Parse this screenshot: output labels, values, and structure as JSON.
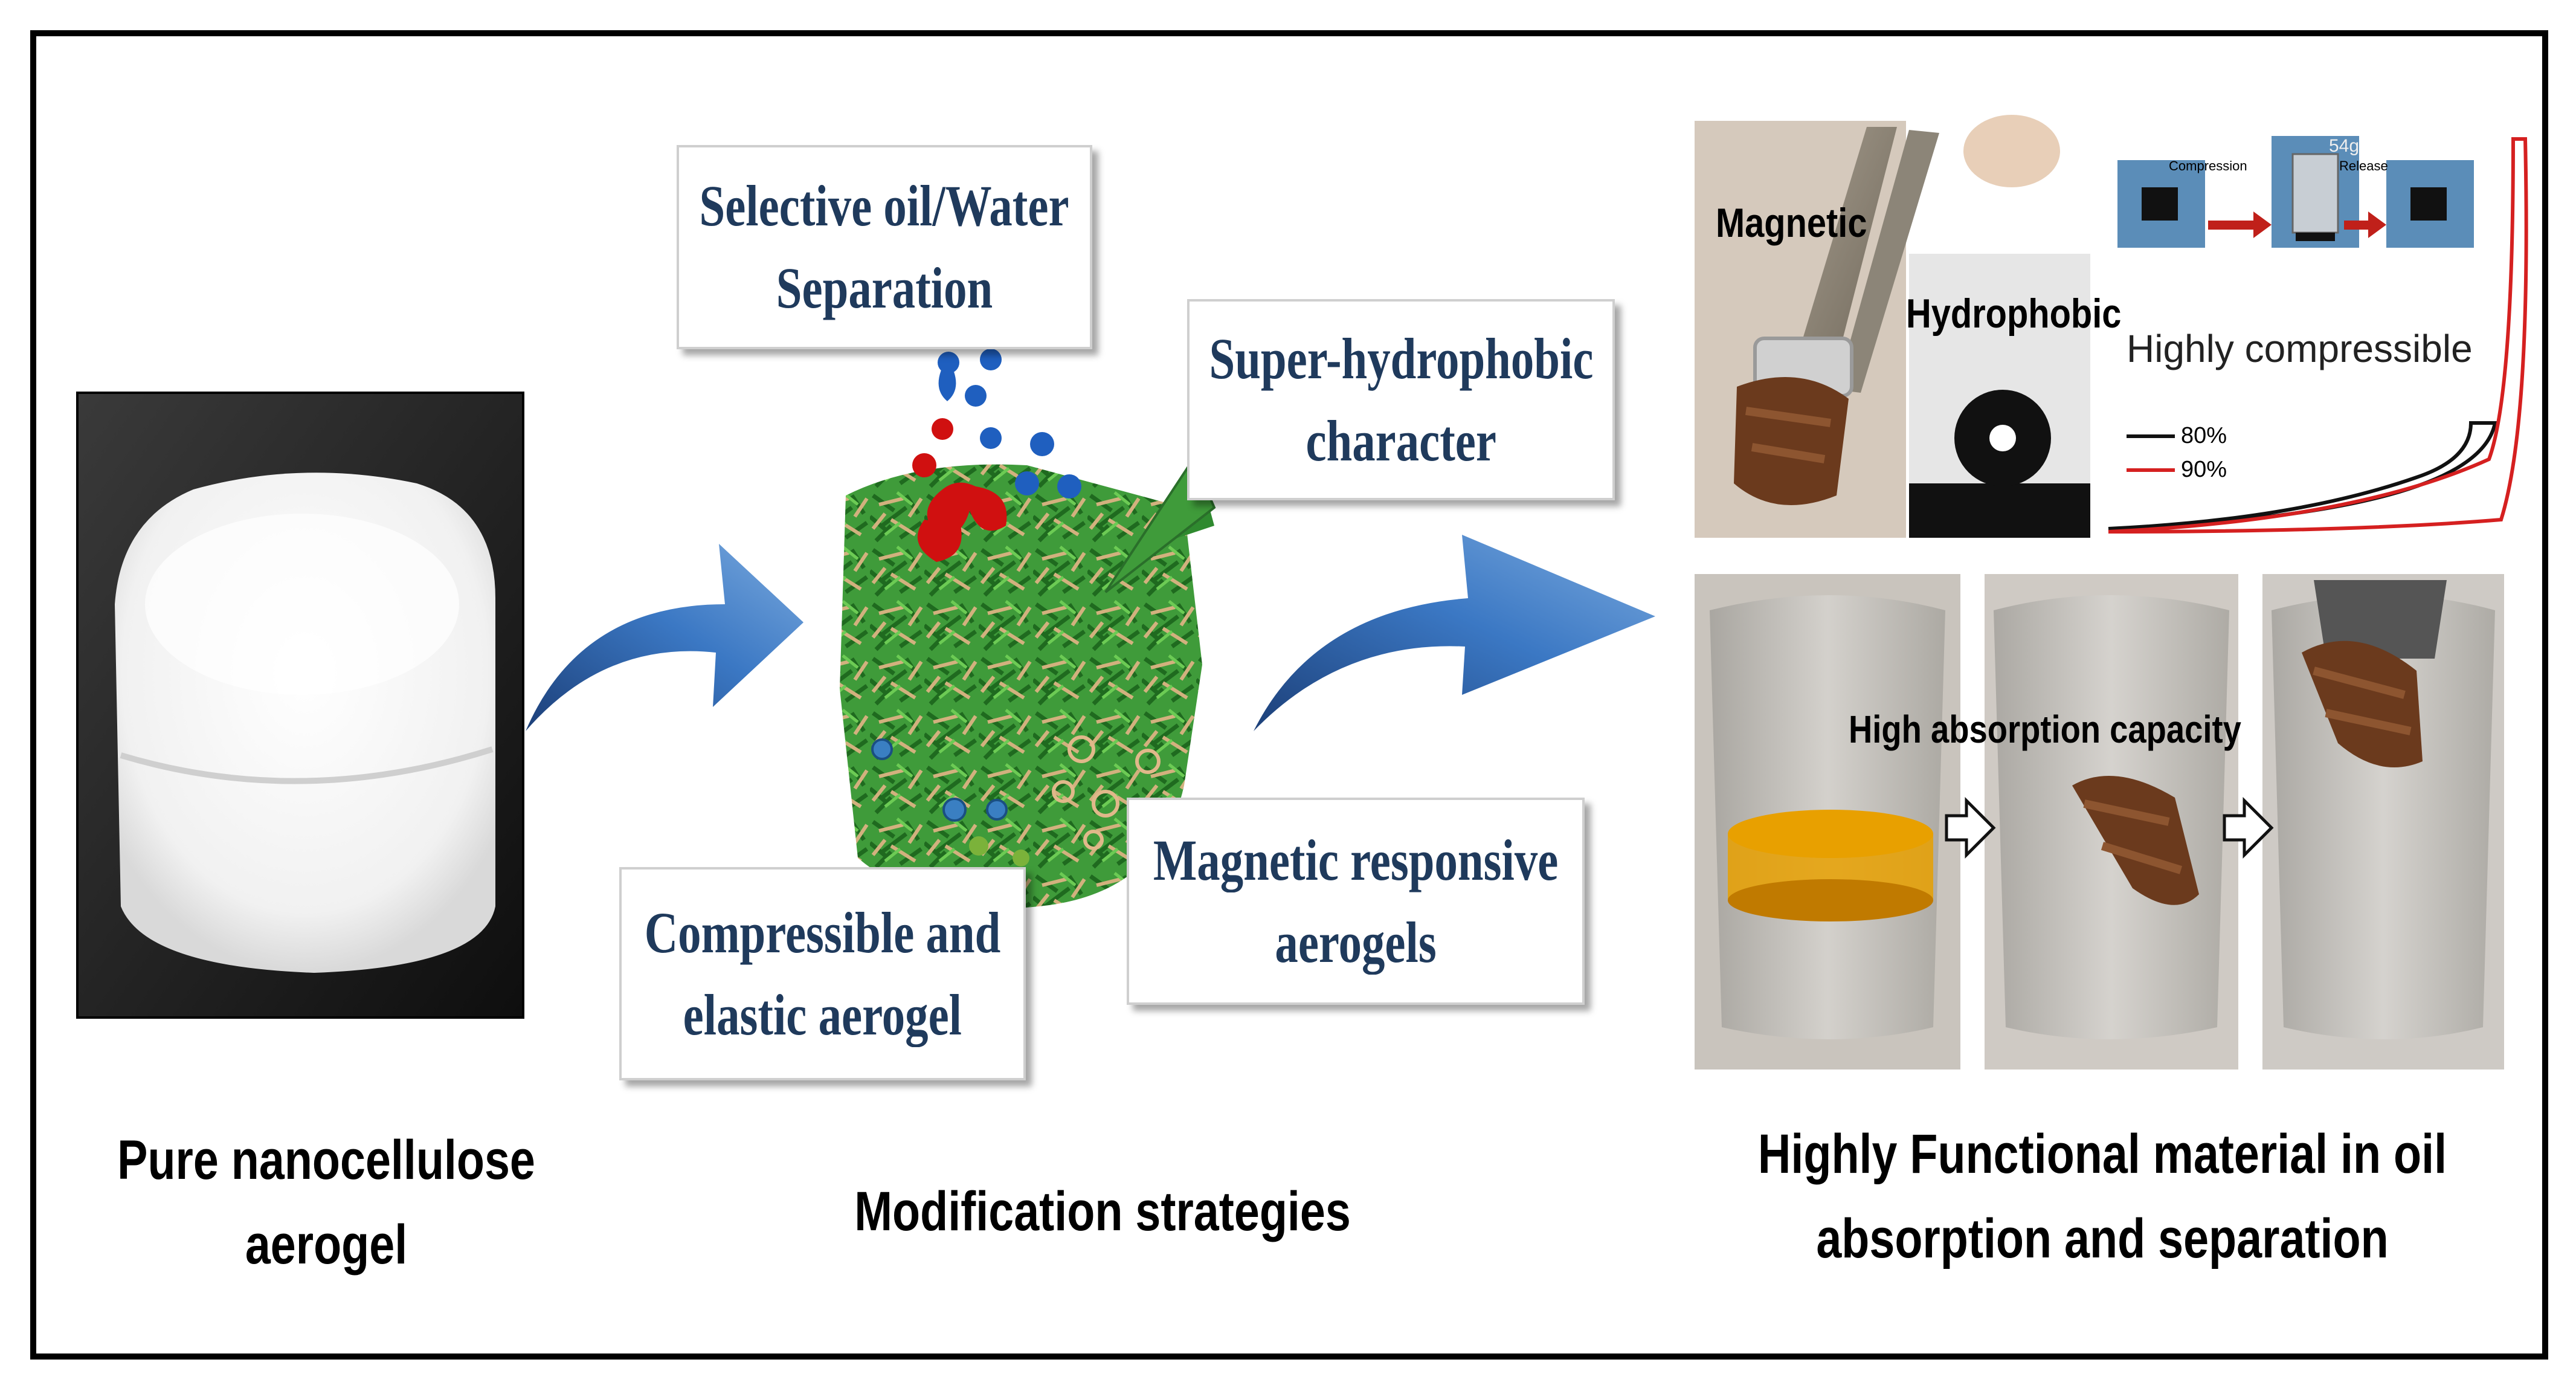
{
  "captions": {
    "left": [
      "Pure nanocellulose",
      "aerogel"
    ],
    "middle": "Modification strategies",
    "right": [
      "Highly Functional  material in oil",
      "absorption and separation"
    ]
  },
  "boxes": {
    "oil_water": [
      "Selective oil/Water",
      "Separation"
    ],
    "hydrophobic": [
      "Super-hydrophobic",
      "character"
    ],
    "compressible": [
      "Compressible and",
      "elastic aerogel"
    ],
    "magnetic": [
      "Magnetic responsive",
      "aerogels"
    ]
  },
  "panels": {
    "magnetic": "Magnetic",
    "hydrophobic": "Hydrophobic",
    "compressible": "Highly compressible",
    "compression": "Compression",
    "release": "Release",
    "weight": "54g",
    "legend_80": "80%",
    "legend_90": "90%",
    "absorption": "High absorption capacity"
  },
  "colors": {
    "arrow_blue": "#2b63a8",
    "box_text": "#1f3a5c",
    "fiber_green": "#2e8b2e",
    "fiber_tan": "#c9a672",
    "droplet_red": "#d01010",
    "droplet_blue": "#1f5fbf",
    "oil": "#e8a000"
  }
}
